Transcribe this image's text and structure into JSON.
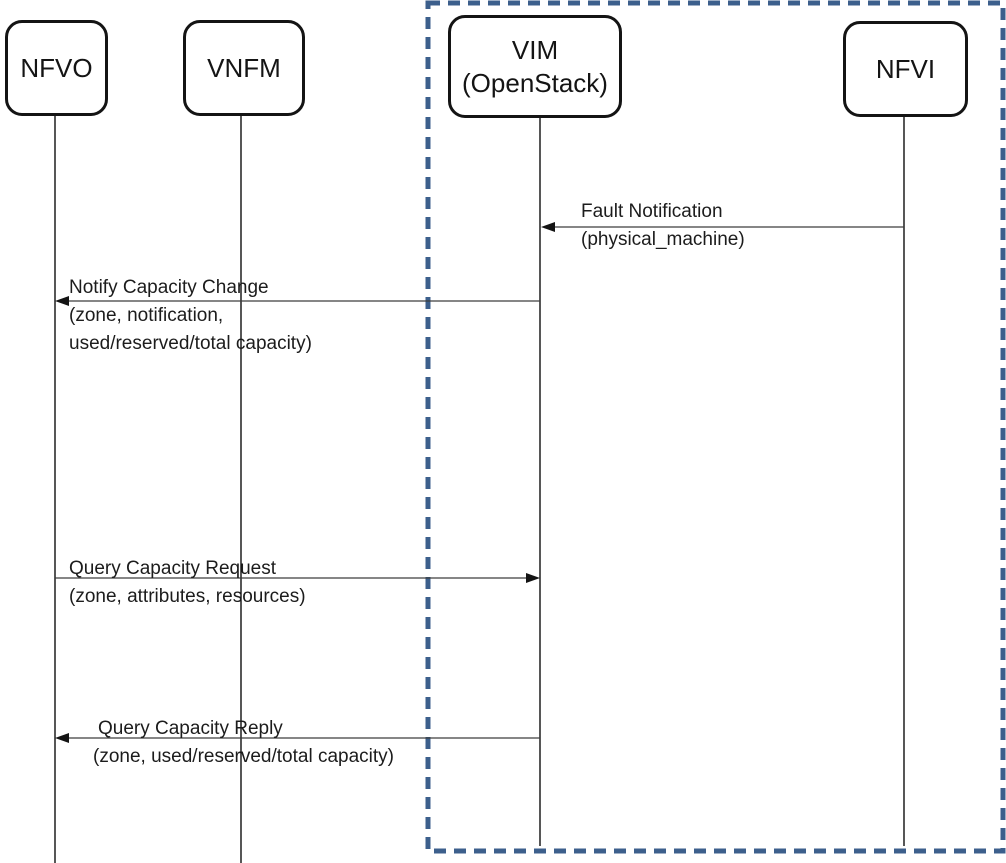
{
  "diagram": {
    "type": "sequence-diagram",
    "actors": [
      {
        "id": "nfvo",
        "label_lines": [
          "NFVO"
        ]
      },
      {
        "id": "vnfm",
        "label_lines": [
          "VNFM"
        ]
      },
      {
        "id": "vim",
        "label_lines": [
          "VIM",
          "(OpenStack)"
        ]
      },
      {
        "id": "nfvi",
        "label_lines": [
          "NFVI"
        ]
      }
    ],
    "boundary": {
      "style": "dashed",
      "color": "#3c5f8c",
      "encloses": [
        "VIM (OpenStack)",
        "NFVI"
      ]
    },
    "messages": [
      {
        "id": "fault-notification",
        "from": "NFVI",
        "to": "VIM (OpenStack)",
        "direction": "left",
        "text_lines": [
          "Fault Notification",
          "(physical_machine)"
        ]
      },
      {
        "id": "notify-capacity-change",
        "from": "VIM (OpenStack)",
        "to": "NFVO",
        "direction": "left",
        "text_lines": [
          "Notify Capacity Change",
          "(zone, notification,",
          "used/reserved/total capacity)"
        ]
      },
      {
        "id": "query-capacity-request",
        "from": "NFVO",
        "to": "VIM (OpenStack)",
        "direction": "right",
        "text_lines": [
          "Query Capacity Request",
          "(zone, attributes, resources)"
        ]
      },
      {
        "id": "query-capacity-reply",
        "from": "VIM (OpenStack)",
        "to": "NFVO",
        "direction": "left",
        "text_lines": [
          "Query Capacity Reply",
          "(zone, used/reserved/total capacity)"
        ]
      }
    ],
    "colors": {
      "boundary_dash": "#3c5f8c",
      "box_border": "#141414",
      "message_line": "#3d3d3d",
      "text": "#1c1c1c",
      "background": "#ffffff"
    }
  }
}
